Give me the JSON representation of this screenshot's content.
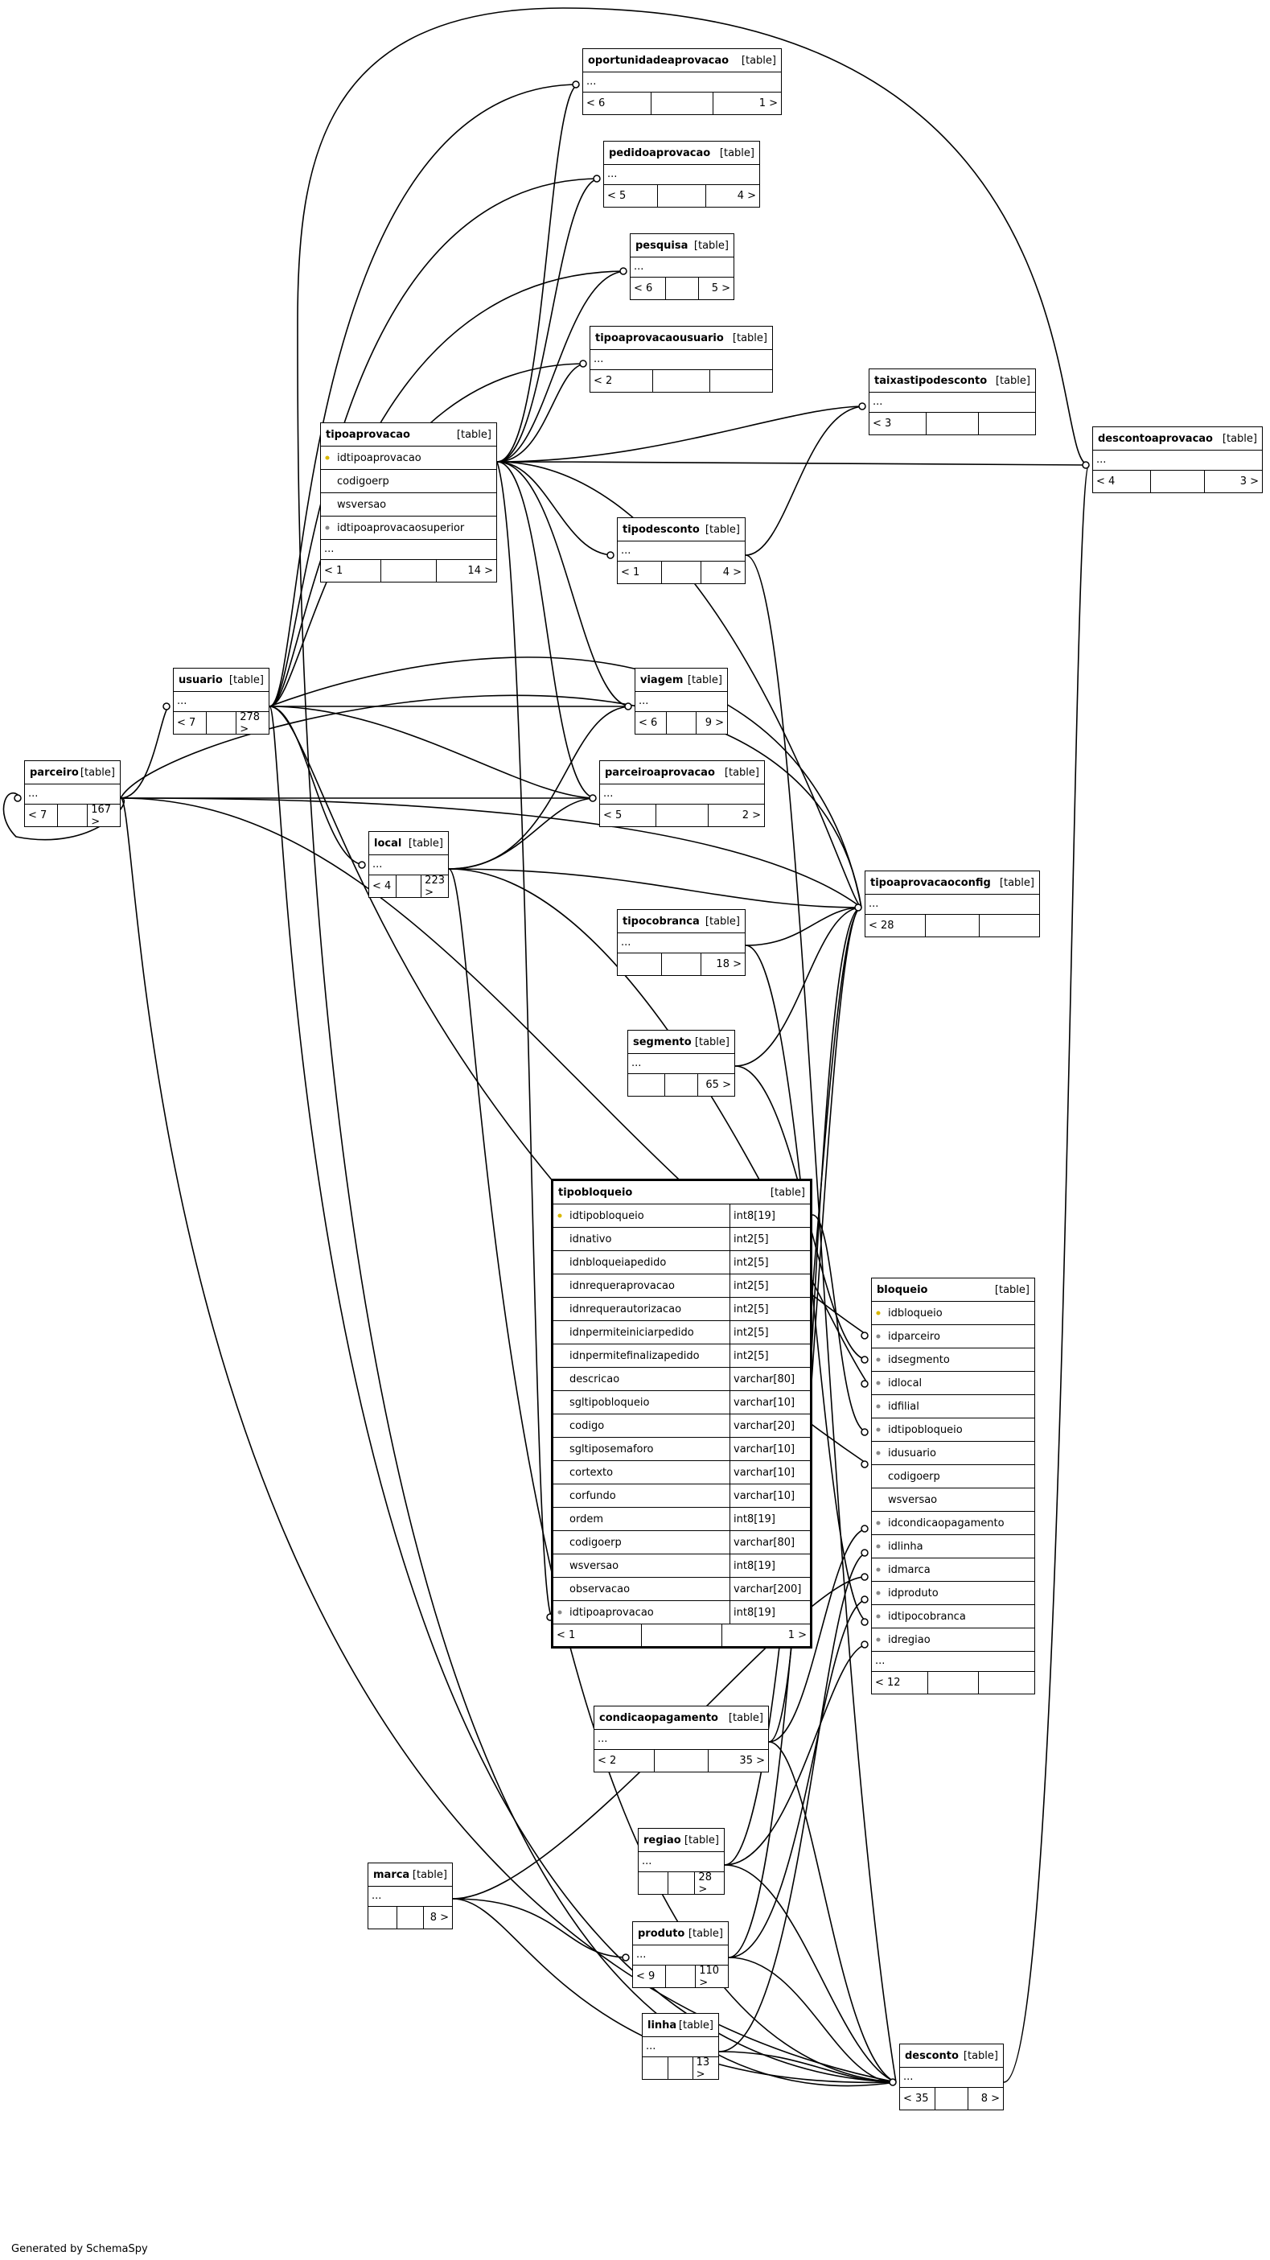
{
  "footer": "Generated by SchemaSpy",
  "table_tag": "[table]",
  "ellipsis": "...",
  "tables": {
    "oportunidadeaprovacao": {
      "name": "oportunidadeaprovacao",
      "left": "< 6",
      "right": "1 >"
    },
    "pedidoaprovacao": {
      "name": "pedidoaprovacao",
      "left": "< 5",
      "right": "4 >"
    },
    "pesquisa": {
      "name": "pesquisa",
      "left": "< 6",
      "right": "5 >"
    },
    "tipoaprovacaousuario": {
      "name": "tipoaprovacaousuario",
      "left": "< 2",
      "right": ""
    },
    "taixastipodesconto": {
      "name": "taixastipodesconto",
      "left": "< 3",
      "right": ""
    },
    "descontoaprovacao": {
      "name": "descontoaprovacao",
      "left": "< 4",
      "right": "3 >"
    },
    "tipoaprovacao": {
      "name": "tipoaprovacao",
      "left": "< 1",
      "right": "14 >",
      "columns": [
        {
          "name": "idtipoaprovacao",
          "key": "pk"
        },
        {
          "name": "codigoerp",
          "key": ""
        },
        {
          "name": "wsversao",
          "key": ""
        },
        {
          "name": "idtipoaprovacaosuperior",
          "key": "fk"
        }
      ]
    },
    "tipodesconto": {
      "name": "tipodesconto",
      "left": "< 1",
      "right": "4 >"
    },
    "usuario": {
      "name": "usuario",
      "left": "< 7",
      "right": "278 >"
    },
    "viagem": {
      "name": "viagem",
      "left": "< 6",
      "right": "9 >"
    },
    "parceiro": {
      "name": "parceiro",
      "left": "< 7",
      "right": "167 >"
    },
    "parceiroaprovacao": {
      "name": "parceiroaprovacao",
      "left": "< 5",
      "right": "2 >"
    },
    "local": {
      "name": "local",
      "left": "< 4",
      "right": "223 >"
    },
    "tipoaprovacaoconfig": {
      "name": "tipoaprovacaoconfig",
      "left": "< 28",
      "right": ""
    },
    "tipocobranca": {
      "name": "tipocobranca",
      "left": "",
      "right": "18 >"
    },
    "segmento": {
      "name": "segmento",
      "left": "",
      "right": "65 >"
    },
    "tipobloqueio": {
      "name": "tipobloqueio",
      "left": "< 1",
      "right": "1 >",
      "columns": [
        {
          "name": "idtipobloqueio",
          "type": "int8[19]",
          "key": "pk"
        },
        {
          "name": "idnativo",
          "type": "int2[5]",
          "key": ""
        },
        {
          "name": "idnbloqueiapedido",
          "type": "int2[5]",
          "key": ""
        },
        {
          "name": "idnrequeraprovacao",
          "type": "int2[5]",
          "key": ""
        },
        {
          "name": "idnrequerautorizacao",
          "type": "int2[5]",
          "key": ""
        },
        {
          "name": "idnpermiteiniciarpedido",
          "type": "int2[5]",
          "key": ""
        },
        {
          "name": "idnpermitefinalizapedido",
          "type": "int2[5]",
          "key": ""
        },
        {
          "name": "descricao",
          "type": "varchar[80]",
          "key": ""
        },
        {
          "name": "sgltipobloqueio",
          "type": "varchar[10]",
          "key": ""
        },
        {
          "name": "codigo",
          "type": "varchar[20]",
          "key": ""
        },
        {
          "name": "sgltiposemaforo",
          "type": "varchar[10]",
          "key": ""
        },
        {
          "name": "cortexto",
          "type": "varchar[10]",
          "key": ""
        },
        {
          "name": "corfundo",
          "type": "varchar[10]",
          "key": ""
        },
        {
          "name": "ordem",
          "type": "int8[19]",
          "key": ""
        },
        {
          "name": "codigoerp",
          "type": "varchar[80]",
          "key": ""
        },
        {
          "name": "wsversao",
          "type": "int8[19]",
          "key": ""
        },
        {
          "name": "observacao",
          "type": "varchar[200]",
          "key": ""
        },
        {
          "name": "idtipoaprovacao",
          "type": "int8[19]",
          "key": "fk"
        }
      ]
    },
    "bloqueio": {
      "name": "bloqueio",
      "left": "< 12",
      "right": "",
      "columns": [
        {
          "name": "idbloqueio",
          "key": "pk"
        },
        {
          "name": "idparceiro",
          "key": "fk"
        },
        {
          "name": "idsegmento",
          "key": "fk"
        },
        {
          "name": "idlocal",
          "key": "fk"
        },
        {
          "name": "idfilial",
          "key": "fk"
        },
        {
          "name": "idtipobloqueio",
          "key": "fk"
        },
        {
          "name": "idusuario",
          "key": "fk"
        },
        {
          "name": "codigoerp",
          "key": ""
        },
        {
          "name": "wsversao",
          "key": ""
        },
        {
          "name": "idcondicaopagamento",
          "key": "fk"
        },
        {
          "name": "idlinha",
          "key": "fk"
        },
        {
          "name": "idmarca",
          "key": "fk"
        },
        {
          "name": "idproduto",
          "key": "fk"
        },
        {
          "name": "idtipocobranca",
          "key": "fk"
        },
        {
          "name": "idregiao",
          "key": "fk"
        }
      ]
    },
    "condicaopagamento": {
      "name": "condicaopagamento",
      "left": "< 2",
      "right": "35 >"
    },
    "regiao": {
      "name": "regiao",
      "left": "",
      "right": "28 >"
    },
    "marca": {
      "name": "marca",
      "left": "",
      "right": "8 >"
    },
    "produto": {
      "name": "produto",
      "left": "< 9",
      "right": "110 >"
    },
    "linha": {
      "name": "linha",
      "left": "",
      "right": "13 >"
    },
    "desconto": {
      "name": "desconto",
      "left": "< 35",
      "right": "8 >"
    }
  }
}
